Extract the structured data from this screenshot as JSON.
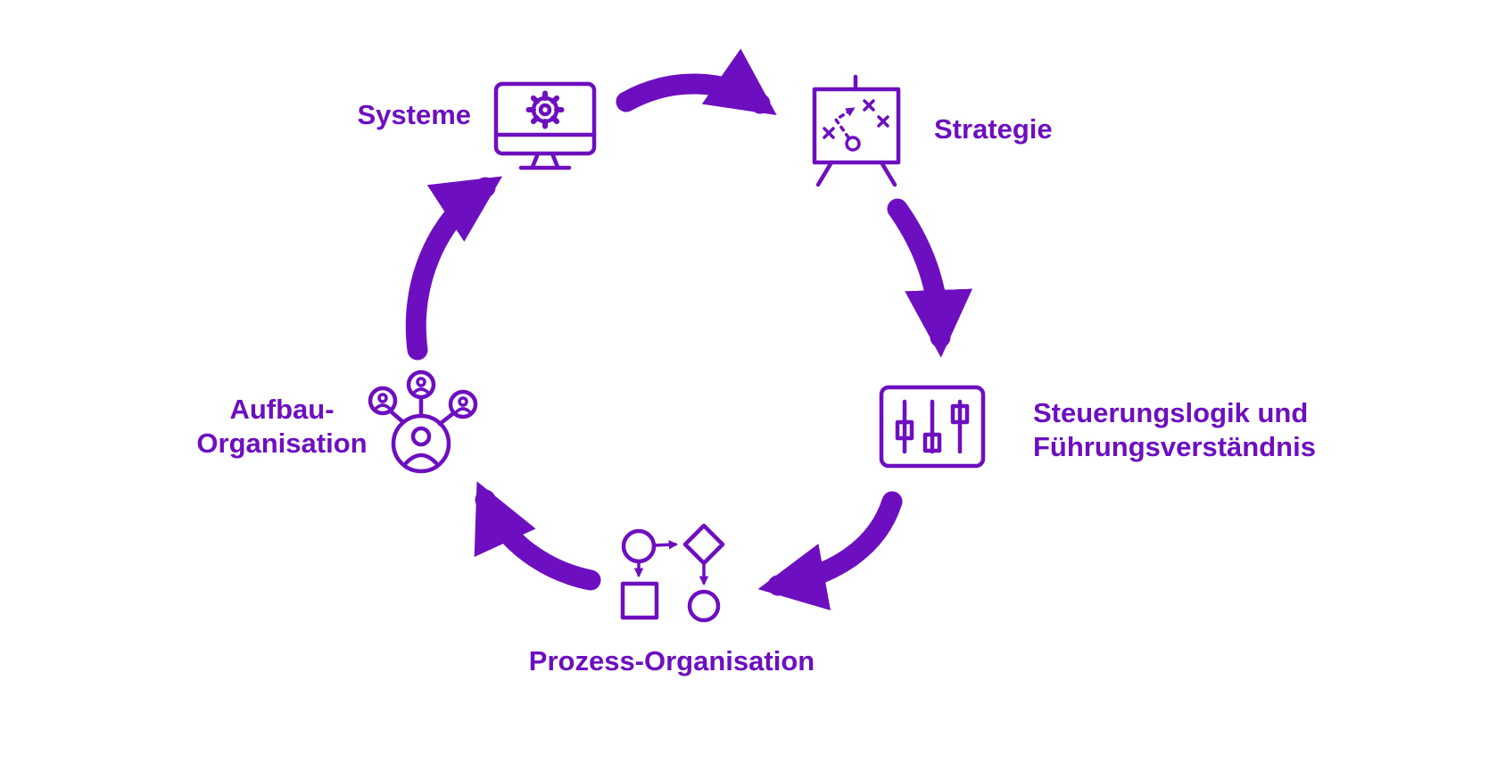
{
  "diagram": {
    "type": "cycle",
    "direction": "clockwise",
    "accent": "#6D0FC0",
    "background": "#FFFFFF",
    "nodes": {
      "systeme": {
        "label": "Systeme",
        "icon": "monitor-gear-icon"
      },
      "strategie": {
        "label": "Strategie",
        "icon": "strategy-board-icon"
      },
      "steuerung": {
        "line1": "Steuerungslogik und",
        "line2": "Führungsverständnis",
        "icon": "sliders-icon"
      },
      "prozess": {
        "label": "Prozess-Organisation",
        "icon": "flowchart-icon"
      },
      "aufbau": {
        "line1": "Aufbau-",
        "line2": "Organisation",
        "icon": "org-chart-icon"
      }
    },
    "edges": [
      {
        "from": "systeme",
        "to": "strategie"
      },
      {
        "from": "strategie",
        "to": "steuerung"
      },
      {
        "from": "steuerung",
        "to": "prozess"
      },
      {
        "from": "prozess",
        "to": "aufbau"
      },
      {
        "from": "aufbau",
        "to": "systeme"
      }
    ]
  }
}
